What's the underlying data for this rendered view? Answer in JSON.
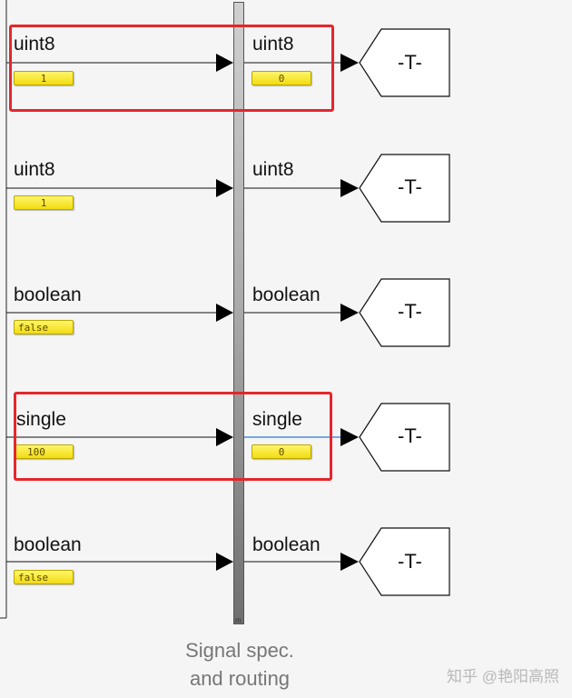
{
  "colors": {
    "highlight": "#e5262b",
    "display_fill": "#f2dc12",
    "line": "#111111",
    "selected_line": "#4a90e2"
  },
  "rows": [
    {
      "in_type": "uint8",
      "in_value": "1",
      "out_type": "uint8",
      "out_value": "0",
      "terminal": "-T-"
    },
    {
      "in_type": "uint8",
      "in_value": "1",
      "out_type": "uint8",
      "terminal": "-T-"
    },
    {
      "in_type": "boolean",
      "in_value": "false",
      "out_type": "boolean",
      "terminal": "-T-"
    },
    {
      "in_type": "single",
      "in_value": "100",
      "out_type": "single",
      "out_value": "0",
      "terminal": "-T-"
    },
    {
      "in_type": "boolean",
      "in_value": "false",
      "out_type": "boolean",
      "terminal": "-T-"
    }
  ],
  "block": {
    "caption_line1": "Signal spec.",
    "caption_line2": "and routing",
    "icon": "bus-block"
  },
  "watermark": "知乎 @艳阳高照"
}
